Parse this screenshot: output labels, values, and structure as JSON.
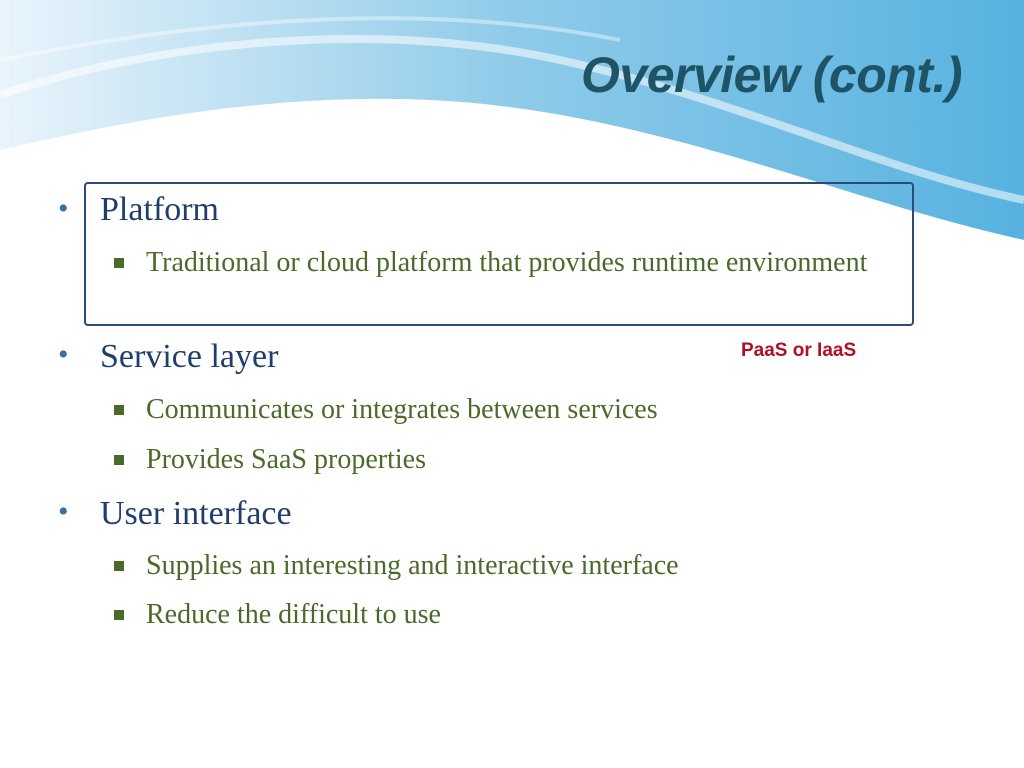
{
  "slide": {
    "title": "Overview (cont.)",
    "callout": "PaaS or IaaS",
    "items": [
      {
        "label": "Platform",
        "subitems": [
          "Traditional or cloud platform that provides runtime environment"
        ]
      },
      {
        "label": "Service layer",
        "subitems": [
          "Communicates or integrates between services",
          "Provides SaaS properties"
        ]
      },
      {
        "label": "User interface",
        "subitems": [
          "Supplies an interesting and interactive interface",
          "Reduce the difficult to use"
        ]
      }
    ]
  },
  "colors": {
    "title": "#1f5466",
    "level1_text": "#1f3e6e",
    "level2_text": "#4b6a2a",
    "callout": "#b01024",
    "box_border": "#2a4a7a",
    "bullet": "#3b6fa0"
  }
}
